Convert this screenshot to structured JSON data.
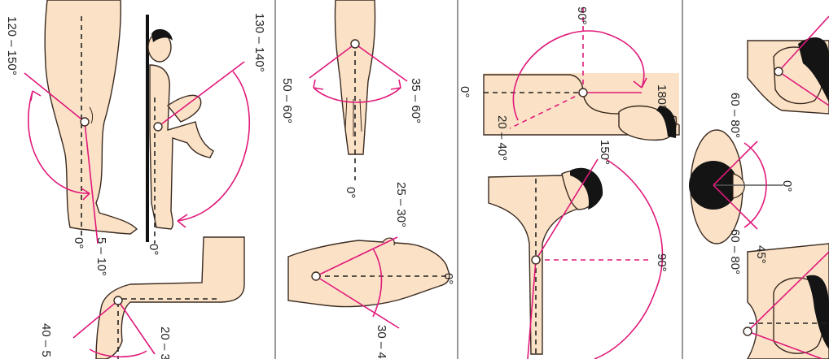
{
  "colors": {
    "skin": "#fbe2c6",
    "outline": "#3a2a20",
    "hair": "#141414",
    "accent": "#e0197a",
    "dashed_axis": "#222222",
    "divider": "#555555"
  },
  "panels": {
    "leg": {
      "labels": {
        "knee_flexion": "120 – 150°",
        "knee_extension": "5 – 10°",
        "knee_zero": "0°",
        "hip_flexion": "130 – 140°",
        "hip_zero": "0°",
        "ankle_plantar": "40 – 5",
        "ankle_dorsi": "20 – 3"
      }
    },
    "hand": {
      "labels": {
        "wrist_ulnar": "50 – 60°",
        "wrist_radial": "35 – 60°",
        "wrist_zero": "0°",
        "hand_ulnar": "25 – 30°",
        "hand_zero": "0°",
        "hand_radial": "30 – 4"
      }
    },
    "shoulder": {
      "labels": {
        "abduction_vertical": "90°",
        "abduction_full": "180°",
        "adduction": "20 – 40°",
        "zero": "0°",
        "elevation": "150°",
        "horizontal": "90°"
      }
    },
    "head": {
      "labels": {
        "lateral_top": "60 – 80°",
        "lateral_bottom": "60 – 80°",
        "zero": "0°",
        "tilt": "45°"
      }
    }
  }
}
